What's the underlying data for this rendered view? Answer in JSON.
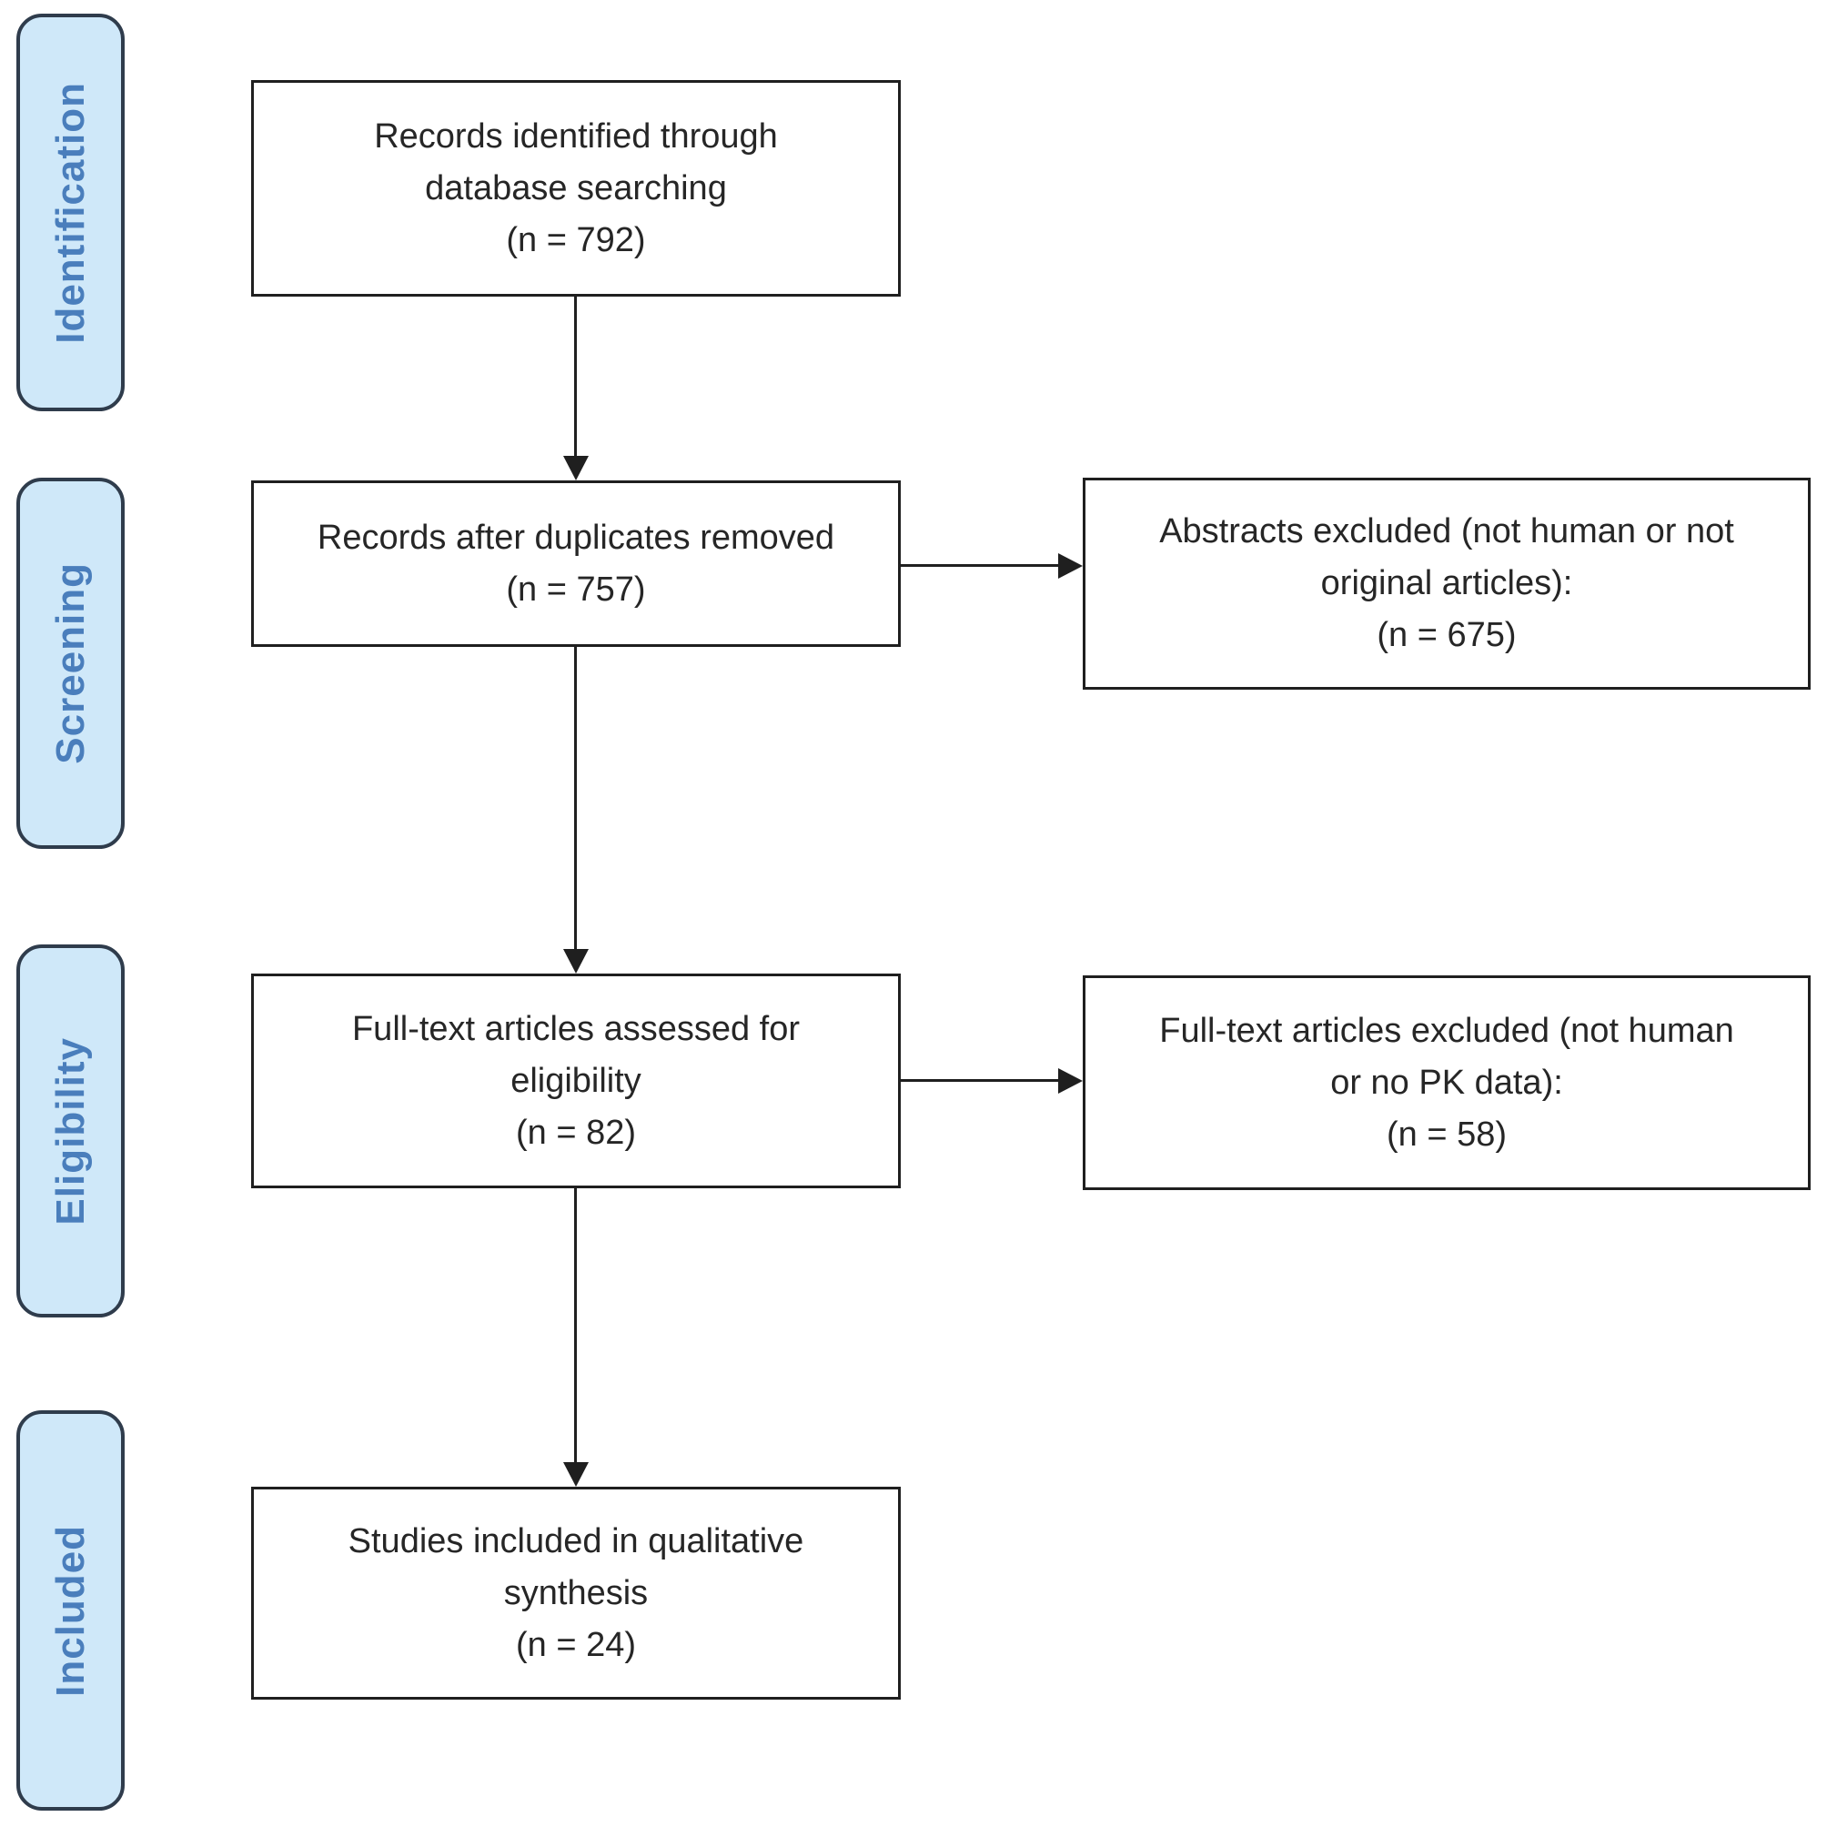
{
  "diagram_type": "prisma-flow",
  "sidebar": {
    "stages": [
      {
        "label": "Identification"
      },
      {
        "label": "Screening"
      },
      {
        "label": "Eligibility"
      },
      {
        "label": "Included"
      }
    ]
  },
  "flow": {
    "boxes": [
      {
        "label": "Records identified through\ndatabase searching\n(n = 792)",
        "n": 792
      },
      {
        "label": "Records after duplicates removed\n(n = 757)",
        "n": 757
      },
      {
        "label": "Full-text articles assessed for\neligibility\n(n = 82)",
        "n": 82
      },
      {
        "label": "Studies included in qualitative\nsynthesis\n(n = 24)",
        "n": 24
      }
    ],
    "exclusion_boxes": [
      {
        "label": "Abstracts excluded (not human or not\noriginal articles):\n(n = 675)",
        "n": 675
      },
      {
        "label": "Full-text articles excluded (not human\nor no PK data):\n(n = 58)",
        "n": 58
      }
    ]
  },
  "colors": {
    "stage_fill": "#cfe8f9",
    "stage_border": "#2f3c4c",
    "stage_text": "#4a7ebc",
    "box_border": "#1f1f1f",
    "box_text": "#262626",
    "arrow": "#1f1f1f"
  }
}
